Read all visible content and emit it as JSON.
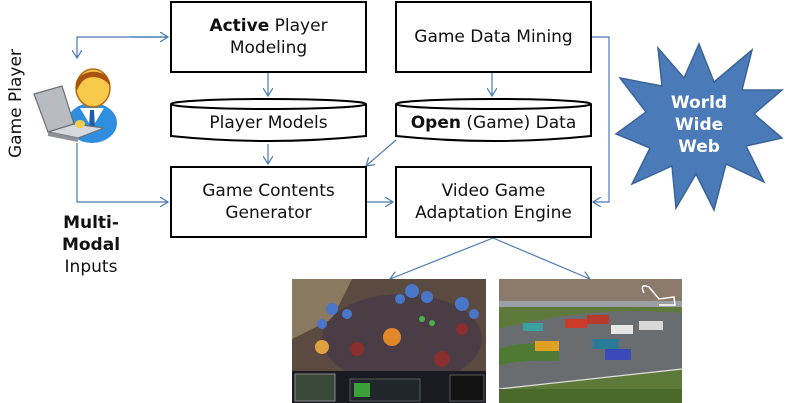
{
  "player": {
    "label": "Game Player",
    "inputs_bold": "Multi-Modal",
    "inputs_rest": "Inputs"
  },
  "boxes": {
    "active_modeling": {
      "bold": "Active",
      "rest_line1": " Player",
      "line2": "Modeling"
    },
    "data_mining": {
      "text": "Game Data Mining"
    },
    "contents_generator": {
      "line1": "Game Contents",
      "line2": "Generator"
    },
    "adaptation_engine": {
      "line1": "Video Game",
      "line2": "Adaptation Engine"
    }
  },
  "databases": {
    "player_models": {
      "text": "Player Models"
    },
    "open_data": {
      "bold": "Open",
      "rest": " (Game) Data"
    }
  },
  "www": {
    "line1": "World",
    "line2": "Wide",
    "line3": "Web",
    "color": "#4a7ab8"
  },
  "screenshots": {
    "rts": {
      "name": "strategy-game-screenshot"
    },
    "racing": {
      "name": "racing-game-screenshot"
    }
  },
  "colors": {
    "arrow": "#4a78b0",
    "box_border": "#000000"
  }
}
